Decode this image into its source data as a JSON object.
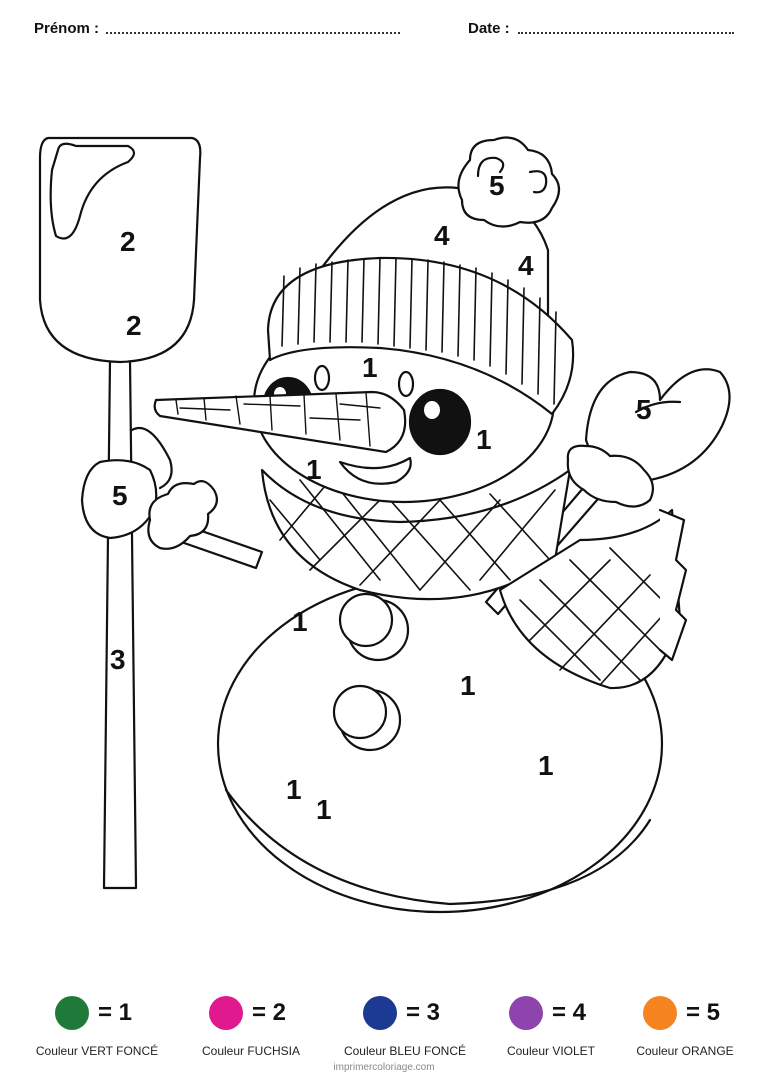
{
  "header": {
    "name_label": "Prénom :",
    "date_label": "Date :"
  },
  "numbers": {
    "shovel_top": "2",
    "shovel_bottom": "2",
    "handle": "3",
    "left_mitten": "5",
    "hat_pompom": "5",
    "hat_upper": "4",
    "hat_lower": "4",
    "forehead": "1",
    "right_cheek": "1",
    "left_cheek": "1",
    "right_mitten": "5",
    "body_left": "1",
    "body_mid": "1",
    "body_right": "1",
    "body_low_a": "1",
    "body_low_b": "1"
  },
  "legend": [
    {
      "number": "1",
      "eq": "= 1",
      "color": "#1f7a3a",
      "caption": "Couleur VERT FONCÉ"
    },
    {
      "number": "2",
      "eq": "= 2",
      "color": "#e0198f",
      "caption": "Couleur FUCHSIA"
    },
    {
      "number": "3",
      "eq": "= 3",
      "color": "#1c3a94",
      "caption": "Couleur BLEU FONCÉ"
    },
    {
      "number": "4",
      "eq": "= 4",
      "color": "#8e44ad",
      "caption": "Couleur VIOLET"
    },
    {
      "number": "5",
      "eq": "= 5",
      "color": "#f5831f",
      "caption": "Couleur ORANGE"
    }
  ],
  "footer": {
    "site": "imprimercoloriage.com"
  },
  "icons": {
    "drawing": "snowman-with-shovel-illustration"
  }
}
